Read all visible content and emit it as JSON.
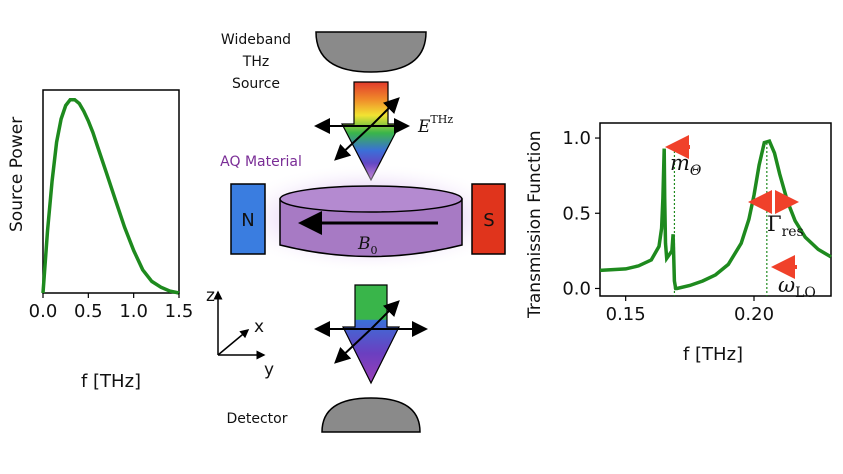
{
  "source_label": [
    "Wideband",
    "THz",
    "Source"
  ],
  "detector_label": "Detector",
  "material_label": "AQ Material",
  "magnet_n": "N",
  "magnet_s": "S",
  "field_label": "B",
  "field_sub": "0",
  "efield_label": "E",
  "efield_sup": "THz",
  "axes_labels": {
    "z": "z",
    "x": "x",
    "y": "y"
  },
  "colors": {
    "curve": "#1e8a1e",
    "n_magnet": "#3a7de0",
    "s_magnet": "#e0341c",
    "material": "#a77ac4",
    "arrow_marker": "#f0412a",
    "lens": "#8a8a8a"
  },
  "chart_data": [
    {
      "type": "line",
      "title": "",
      "xlabel": "f [THz]",
      "ylabel": "Source Power",
      "xlim": [
        0,
        1.5
      ],
      "ylim": [
        0,
        1.05
      ],
      "xticks": [
        "0.0",
        "0.5",
        "1.0",
        "1.5"
      ],
      "series": [
        {
          "x": [
            0,
            0.05,
            0.1,
            0.15,
            0.2,
            0.25,
            0.3,
            0.35,
            0.4,
            0.45,
            0.5,
            0.55,
            0.6,
            0.7,
            0.8,
            0.9,
            1.0,
            1.1,
            1.2,
            1.3,
            1.4,
            1.5
          ],
          "values": [
            0,
            0.32,
            0.58,
            0.78,
            0.9,
            0.97,
            1.0,
            1.0,
            0.98,
            0.94,
            0.89,
            0.83,
            0.76,
            0.62,
            0.48,
            0.34,
            0.22,
            0.12,
            0.06,
            0.03,
            0.01,
            0.0
          ]
        }
      ]
    },
    {
      "type": "line",
      "title": "",
      "xlabel": "f [THz]",
      "ylabel": "Transmission Function",
      "xlim": [
        0.14,
        0.23
      ],
      "ylim": [
        -0.05,
        1.1
      ],
      "xticks": [
        "0.15",
        "0.20"
      ],
      "yticks": [
        "0.0",
        "0.5",
        "1.0"
      ],
      "vlines": [
        0.169,
        0.205
      ],
      "annotations": [
        {
          "text": "m",
          "sub": "Θ"
        },
        {
          "text": "Γ",
          "sub": "res"
        },
        {
          "text": "ω",
          "sub": "LO"
        }
      ],
      "series": [
        {
          "x": [
            0.14,
            0.15,
            0.155,
            0.16,
            0.163,
            0.164,
            0.1645,
            0.165,
            0.1652,
            0.1655,
            0.166,
            0.168,
            0.1685,
            0.169,
            0.1695,
            0.17,
            0.175,
            0.18,
            0.185,
            0.19,
            0.195,
            0.198,
            0.2,
            0.202,
            0.204,
            0.206,
            0.208,
            0.21,
            0.213,
            0.216,
            0.22,
            0.225,
            0.23
          ],
          "values": [
            0.12,
            0.13,
            0.15,
            0.19,
            0.28,
            0.4,
            0.6,
            0.93,
            0.6,
            0.3,
            0.2,
            0.25,
            0.36,
            0.05,
            0.0,
            0.0,
            0.02,
            0.05,
            0.09,
            0.16,
            0.3,
            0.46,
            0.62,
            0.82,
            0.97,
            0.98,
            0.9,
            0.76,
            0.58,
            0.45,
            0.34,
            0.26,
            0.21
          ]
        }
      ]
    }
  ]
}
